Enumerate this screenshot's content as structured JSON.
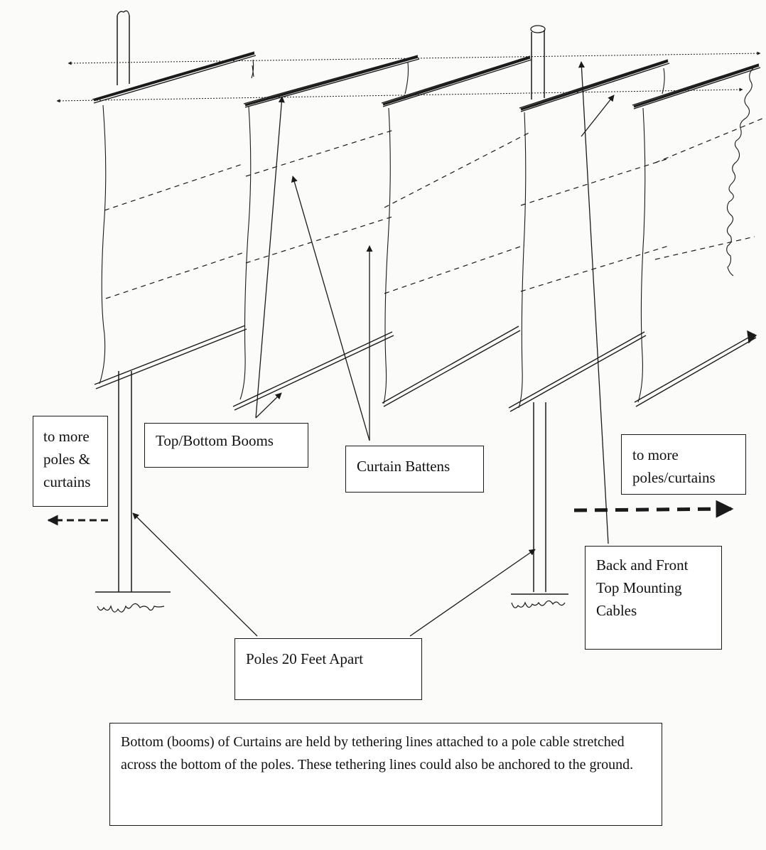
{
  "labels": {
    "more_left": "to more\npoles &\ncurtains",
    "booms": "Top/Bottom Booms",
    "battens": "Curtain Battens",
    "more_right": "to more\npoles/curtains",
    "cables": "Back and Front\nTop Mounting\nCables",
    "poles": "Poles 20 Feet Apart",
    "note": "Bottom (booms) of Curtains are held by tethering lines attached to a pole cable stretched across the bottom of the poles.  These tethering lines could also be anchored to the ground."
  },
  "colors": {
    "ink": "#1a1a1a",
    "paper": "#fbfbfa",
    "box": "#ffffff"
  }
}
